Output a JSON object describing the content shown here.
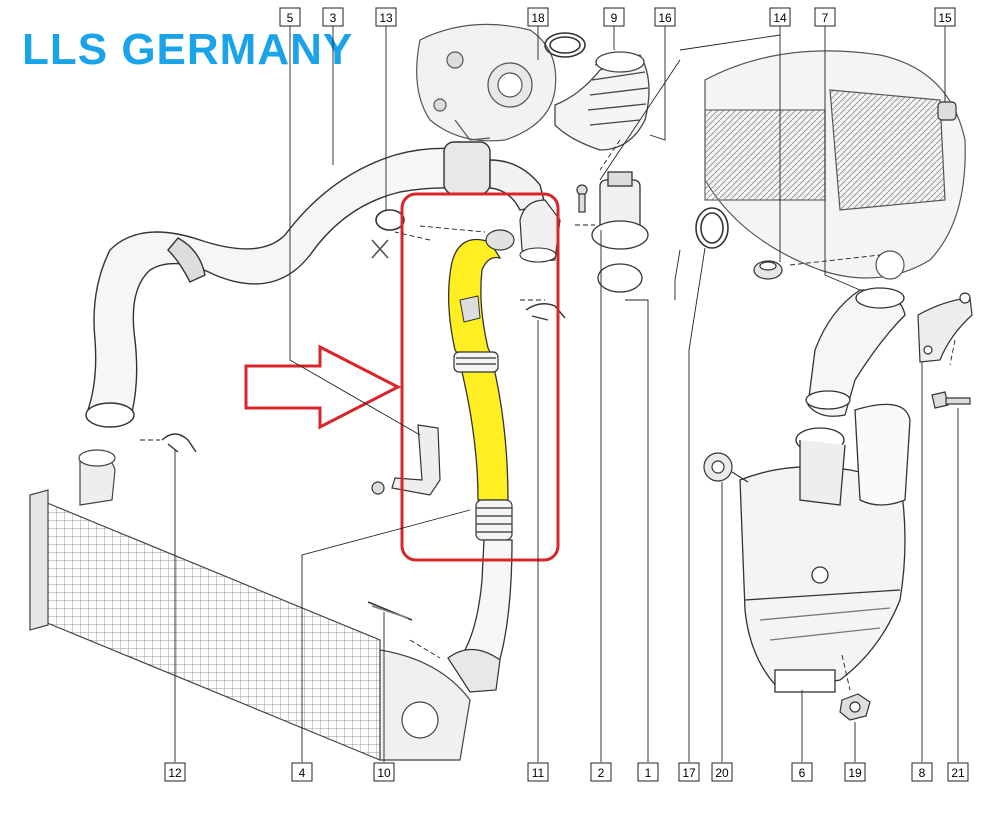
{
  "brand": {
    "text": "LLS GERMANY",
    "color": "#1aa3e8"
  },
  "highlight": {
    "hose_color": "#ffee22",
    "box_color": "#d9252a",
    "arrow_color": "#d9252a"
  },
  "callouts": {
    "c5": "5",
    "c3": "3",
    "c13": "13",
    "c18": "18",
    "c9": "9",
    "c16": "16",
    "c14": "14",
    "c7": "7",
    "c15": "15",
    "c12": "12",
    "c4": "4",
    "c10": "10",
    "c11": "11",
    "c2": "2",
    "c1": "1",
    "c17": "17",
    "c20": "20",
    "c6": "6",
    "c19": "19",
    "c8": "8",
    "c21": "21"
  }
}
